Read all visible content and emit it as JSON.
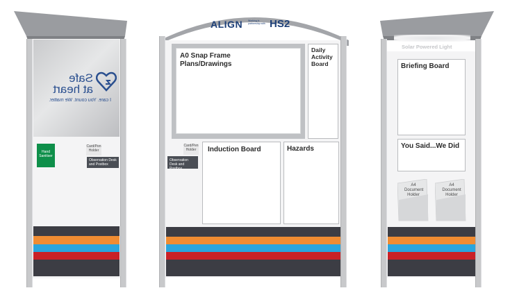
{
  "left_panel": {
    "banner": {
      "title_line1": "Safe",
      "title_line2": "at heart",
      "tagline": "I care. You count. We matter."
    },
    "hand_sanitiser": "Hand Sanitiser",
    "card_pen_holder": "Card/Pen Holder",
    "observation_desk": "Observation Desk and Postbox"
  },
  "center_panel": {
    "header": {
      "brand": "ALIGN",
      "brand_sub": "Working in partnership with",
      "partner": "HS2"
    },
    "boards": {
      "a0_frame": "A0 Snap Frame Plans/Drawings",
      "daily_activity": "Daily Activity Board",
      "induction": "Induction Board",
      "hazards": "Hazards"
    },
    "card_pen_holder": "Card/Pen Holder",
    "observation_desk": "Observation Desk and Postbox"
  },
  "right_panel": {
    "solar_light": "Solar Powered Light",
    "boards": {
      "briefing": "Briefing Board",
      "you_said": "You Said...We Did"
    },
    "doc_holder_1": "A4 Document Holder",
    "doc_holder_2": "A4 Document Holder"
  },
  "colors": {
    "post": "#c8c9cb",
    "roof": "#9a9ca0",
    "stripe_dark": "#3c3d44",
    "stripe_orange": "#f08c32",
    "stripe_blue": "#2aa5dd",
    "stripe_red": "#c92127",
    "sanitiser_green": "#0e8f4a",
    "desk_dark": "#4a4e55",
    "brand_blue": "#1d3f77"
  }
}
